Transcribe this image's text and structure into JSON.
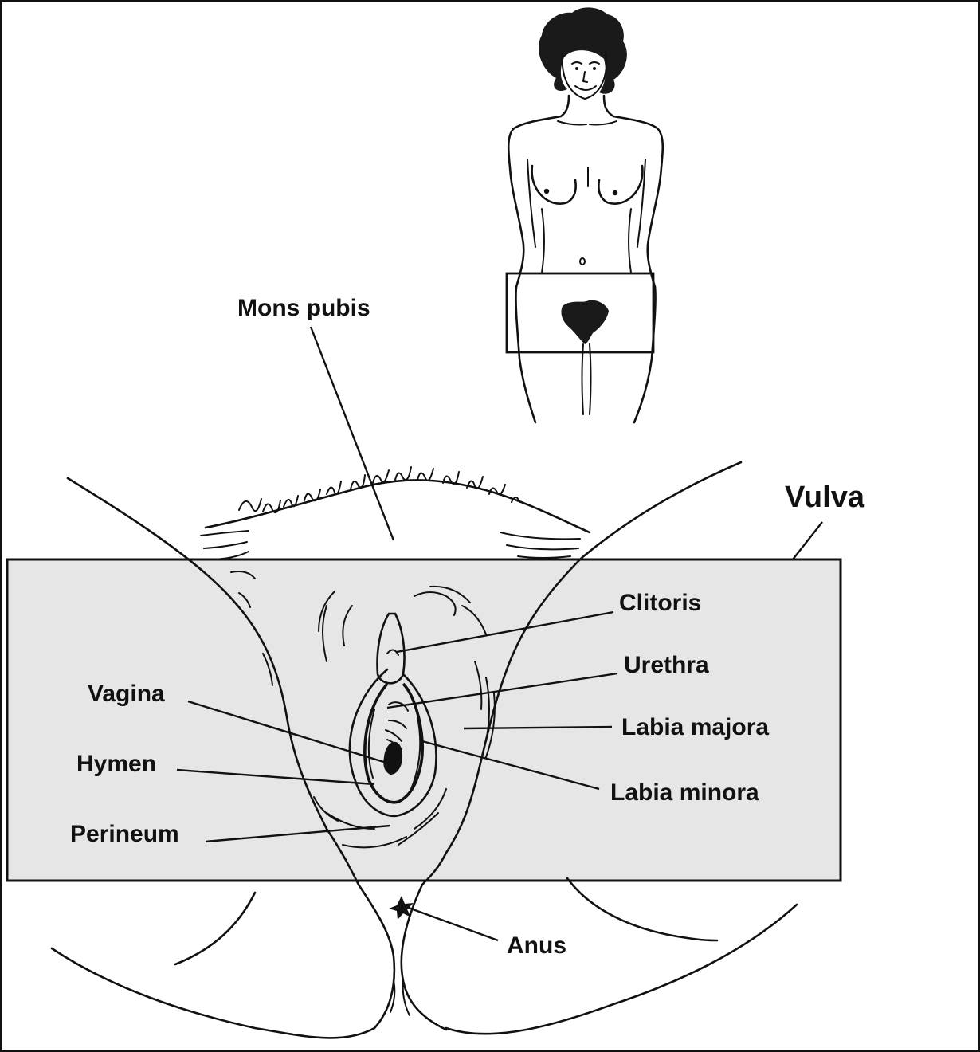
{
  "diagram": {
    "title": "Vulva",
    "labels": {
      "mons_pubis": "Mons pubis",
      "clitoris": "Clitoris",
      "urethra": "Urethra",
      "labia_majora": "Labia majora",
      "labia_minora": "Labia minora",
      "vagina": "Vagina",
      "hymen": "Hymen",
      "perineum": "Perineum",
      "anus": "Anus"
    },
    "colors": {
      "highlight_fill": "#e6e6e6",
      "line": "#111111",
      "background": "#ffffff"
    }
  }
}
